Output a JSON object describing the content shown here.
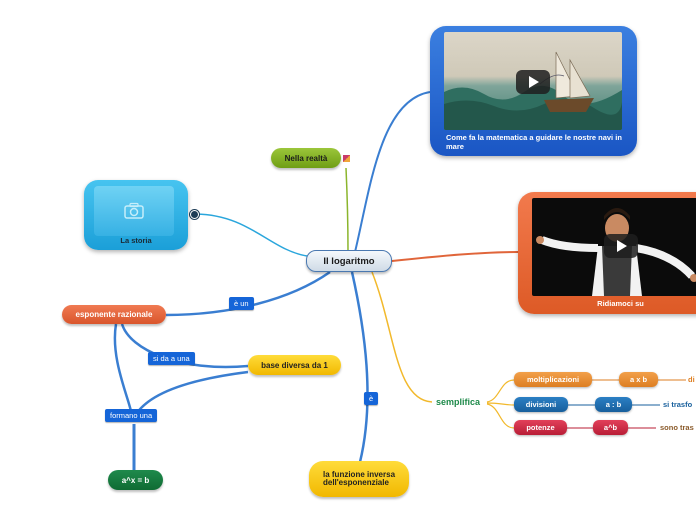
{
  "central": {
    "label": "Il logaritmo"
  },
  "nodes": {
    "nella_realta": "Nella realtà",
    "la_storia": "La storia",
    "esponente_razionale": "esponente razionale",
    "base_diversa": "base diversa da 1",
    "ax_b": "a^x = b",
    "funzione_inversa": "la funzione inversa dell'esponenziale",
    "semplifica": "semplifica"
  },
  "edge_labels": {
    "e_un": "è un",
    "si_da_a_una": "si da a una",
    "formano_una": "formano una",
    "e": "è"
  },
  "videos": {
    "navi": {
      "caption": "Come fa la matematica a guidare le nostre navi in mare"
    },
    "ridiamoci": {
      "caption": "Ridiamoci su"
    }
  },
  "semplifica_rows": [
    {
      "op": "moltiplicazioni",
      "result": "a x b",
      "trail": "di"
    },
    {
      "op": "divisioni",
      "result": "a : b",
      "trail": "si trasfo"
    },
    {
      "op": "potenze",
      "result": "a^b",
      "trail": "sono tras"
    }
  ],
  "icons": {
    "camera": "camera-icon",
    "play": "play-icon"
  },
  "colors": {
    "central_border": "#4a78b0",
    "link_blue": "#3a7ed1",
    "link_orange": "#e0653a",
    "link_yellow": "#f2b92c",
    "link_olive": "#8bb52c",
    "link_cyan": "#2aa6dc",
    "edge_label": "#1565d8",
    "semplifica_text": "#1e8a4a"
  }
}
